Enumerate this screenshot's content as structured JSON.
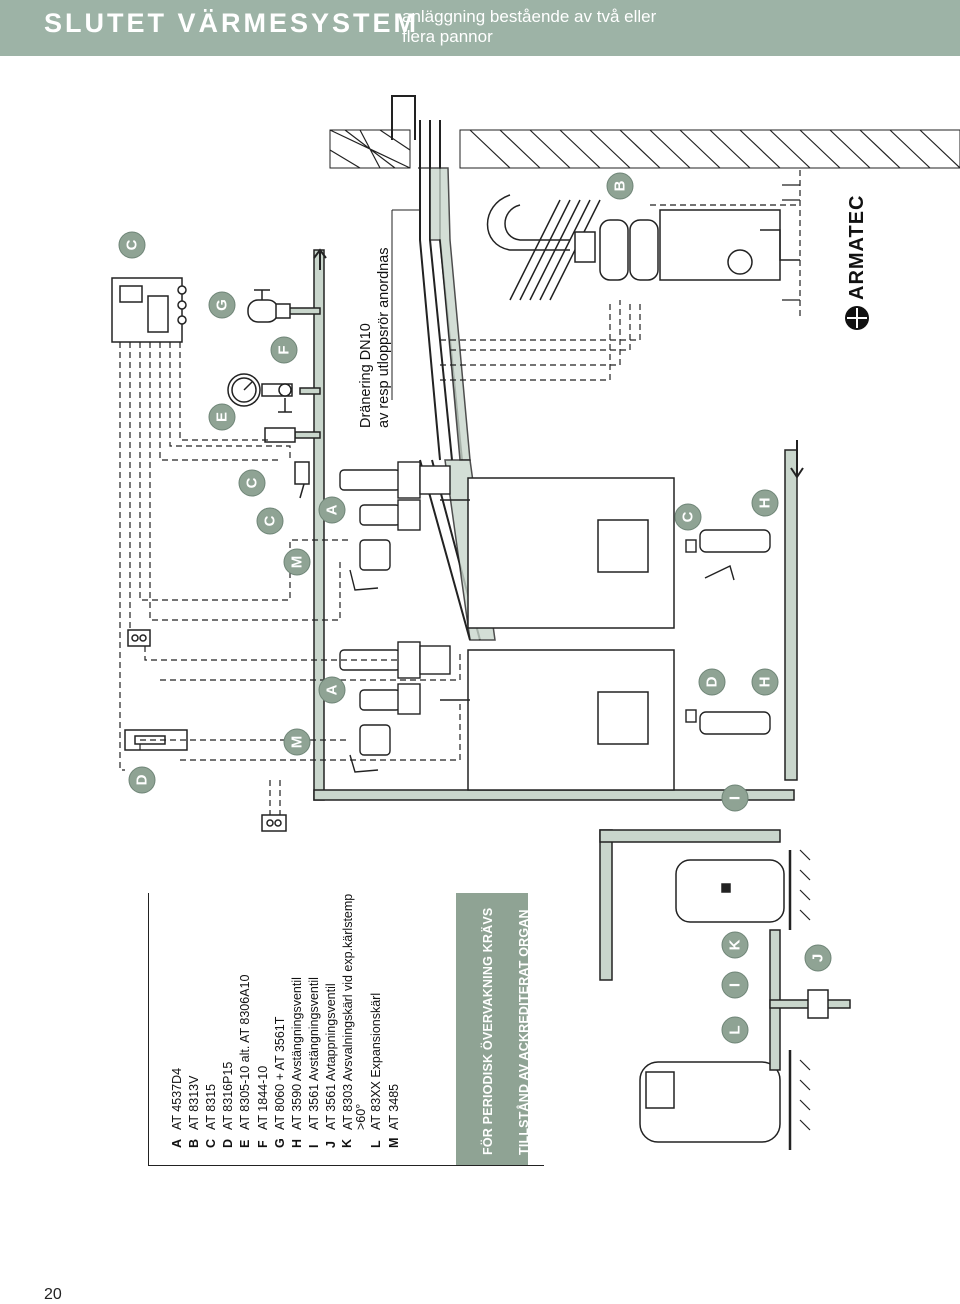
{
  "header": {
    "title": "SLUTET VÄRMESYSTEM",
    "subtitle": "anläggning bestående av två eller flera pannor"
  },
  "page_number": "20",
  "legend": [
    {
      "code": "A",
      "desc": "AT 4537D4"
    },
    {
      "code": "B",
      "desc": "AT 8313V"
    },
    {
      "code": "C",
      "desc": "AT 8315"
    },
    {
      "code": "D",
      "desc": "AT 8316P15"
    },
    {
      "code": "E",
      "desc": "AT 8305-10 alt. AT 8306A10"
    },
    {
      "code": "F",
      "desc": "AT 1844-10"
    },
    {
      "code": "G",
      "desc": "AT 8060 + AT 3561T"
    },
    {
      "code": "H",
      "desc": "AT 3590 Avstängningsventil"
    },
    {
      "code": "I",
      "desc": "AT 3561 Avstängningsventil"
    },
    {
      "code": "J",
      "desc": "AT 3561 Avtappningsventil"
    },
    {
      "code": "K",
      "desc": "AT 8303 Avsvalningskärl vid exp.kärlstemp >60°"
    },
    {
      "code": "L",
      "desc": "AT 83XX Expansionskärl"
    },
    {
      "code": "M",
      "desc": "AT 3485"
    }
  ],
  "notice": {
    "line1": "FÖR PERIODISK ÖVERVAKNING KRÄVS",
    "line2": "TILLSTÅND AV ACKREDITERAT ORGAN"
  },
  "drain_note": {
    "line1": "Dränering DN10",
    "line2": "av resp utloppsrör anordnas"
  },
  "brand": "ARMATEC",
  "callouts": [
    {
      "letter": "C"
    },
    {
      "letter": "G"
    },
    {
      "letter": "F"
    },
    {
      "letter": "E"
    },
    {
      "letter": "C"
    },
    {
      "letter": "C"
    },
    {
      "letter": "M"
    },
    {
      "letter": "A"
    },
    {
      "letter": "B"
    },
    {
      "letter": "C"
    },
    {
      "letter": "H"
    },
    {
      "letter": "D"
    },
    {
      "letter": "H"
    },
    {
      "letter": "A"
    },
    {
      "letter": "M"
    },
    {
      "letter": "D"
    },
    {
      "letter": "I"
    },
    {
      "letter": "K"
    },
    {
      "letter": "I"
    },
    {
      "letter": "L"
    },
    {
      "letter": "J"
    }
  ],
  "colors": {
    "header_bg": "#9db3a6",
    "callout_fill": "#8fa394",
    "pipe_fill": "#c9d6cc",
    "notice_bg": "#8fa394"
  }
}
